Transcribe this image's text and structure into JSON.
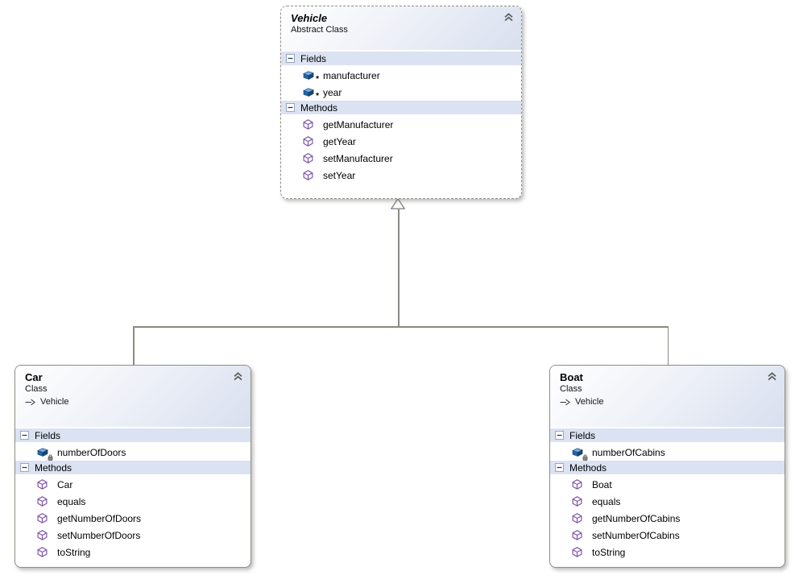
{
  "classes": [
    {
      "name": "Vehicle",
      "kind": "Abstract Class",
      "fields_label": "Fields",
      "methods_label": "Methods",
      "fields": [
        {
          "name": "manufacturer",
          "modifier": "protected"
        },
        {
          "name": "year",
          "modifier": "protected"
        }
      ],
      "methods": [
        "getManufacturer",
        "getYear",
        "setManufacturer",
        "setYear"
      ]
    },
    {
      "name": "Car",
      "kind": "Class",
      "base": "Vehicle",
      "fields_label": "Fields",
      "methods_label": "Methods",
      "fields": [
        {
          "name": "numberOfDoors",
          "modifier": "private"
        }
      ],
      "methods": [
        "Car",
        "equals",
        "getNumberOfDoors",
        "setNumberOfDoors",
        "toString"
      ]
    },
    {
      "name": "Boat",
      "kind": "Class",
      "base": "Vehicle",
      "fields_label": "Fields",
      "methods_label": "Methods",
      "fields": [
        {
          "name": "numberOfCabins",
          "modifier": "private"
        }
      ],
      "methods": [
        "Boat",
        "equals",
        "getNumberOfCabins",
        "setNumberOfCabins",
        "toString"
      ]
    }
  ],
  "relationships": [
    {
      "type": "inheritance",
      "from": "Car",
      "to": "Vehicle"
    },
    {
      "type": "inheritance",
      "from": "Boat",
      "to": "Vehicle"
    }
  ],
  "colors": {
    "section_bar": "#dbe2f1",
    "box_border": "#8f8f85",
    "connector": "#8a8a80",
    "field_icon_blue": "#2166a5",
    "method_icon_purple": "#7e57a8",
    "header_gradient_end": "#d8dfef"
  }
}
